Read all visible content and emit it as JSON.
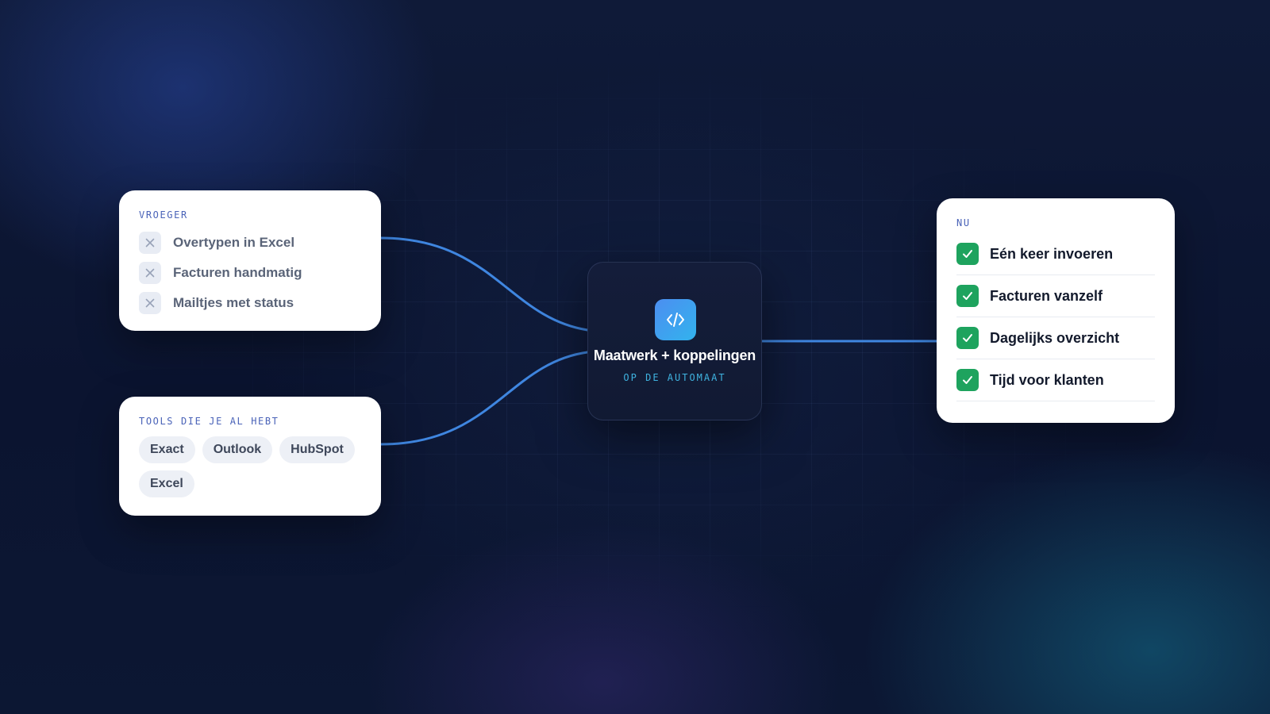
{
  "before": {
    "label": "VROEGER",
    "items": [
      {
        "text": "Overtypen in Excel",
        "icon": "x-icon"
      },
      {
        "text": "Facturen handmatig",
        "icon": "x-icon"
      },
      {
        "text": "Mailtjes met status",
        "icon": "x-icon"
      }
    ]
  },
  "tools": {
    "label": "TOOLS DIE JE AL HEBT",
    "chips": [
      "Exact",
      "Outlook",
      "HubSpot",
      "Excel"
    ]
  },
  "center": {
    "icon": "code-icon",
    "title": "Maatwerk + koppelingen",
    "subtitle": "OP DE AUTOMAAT"
  },
  "now": {
    "label": "NU",
    "items": [
      {
        "text": "Eén keer invoeren",
        "icon": "check-icon"
      },
      {
        "text": "Facturen vanzelf",
        "icon": "check-icon"
      },
      {
        "text": "Dagelijks overzicht",
        "icon": "check-icon"
      },
      {
        "text": "Tijd voor klanten",
        "icon": "check-icon"
      }
    ]
  },
  "colors": {
    "background": "#0d1631",
    "connector": "#3f86e0",
    "check": "#1ea35e",
    "accent_label": "#4a63b8",
    "center_subtitle": "#3fb3e0"
  }
}
